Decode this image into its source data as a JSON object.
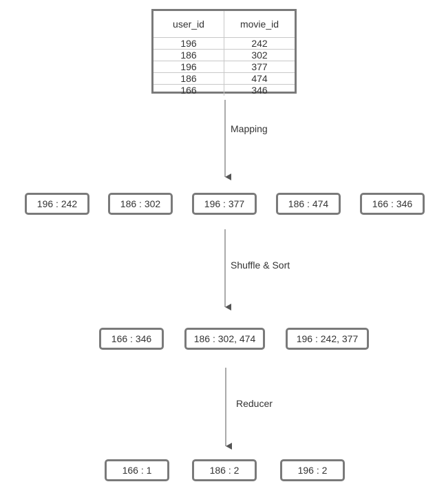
{
  "table": {
    "headers": [
      "user_id",
      "movie_id"
    ],
    "rows": [
      [
        "196",
        "242"
      ],
      [
        "186",
        "302"
      ],
      [
        "196",
        "377"
      ],
      [
        "186",
        "474"
      ],
      [
        "166",
        "346"
      ]
    ]
  },
  "stages": {
    "mapping_label": "Mapping",
    "shuffle_label": "Shuffle & Sort",
    "reducer_label": "Reducer"
  },
  "mapped": [
    "196 : 242",
    "186 : 302",
    "196 : 377",
    "186 : 474",
    "166 : 346"
  ],
  "shuffled": [
    "166 : 346",
    "186 : 302, 474",
    "196 : 242, 377"
  ],
  "reduced": [
    "166 : 1",
    "186 : 2",
    "196 : 2"
  ],
  "colors": {
    "border": "#7a7a7a",
    "arrow": "#555555",
    "text": "#333333"
  }
}
